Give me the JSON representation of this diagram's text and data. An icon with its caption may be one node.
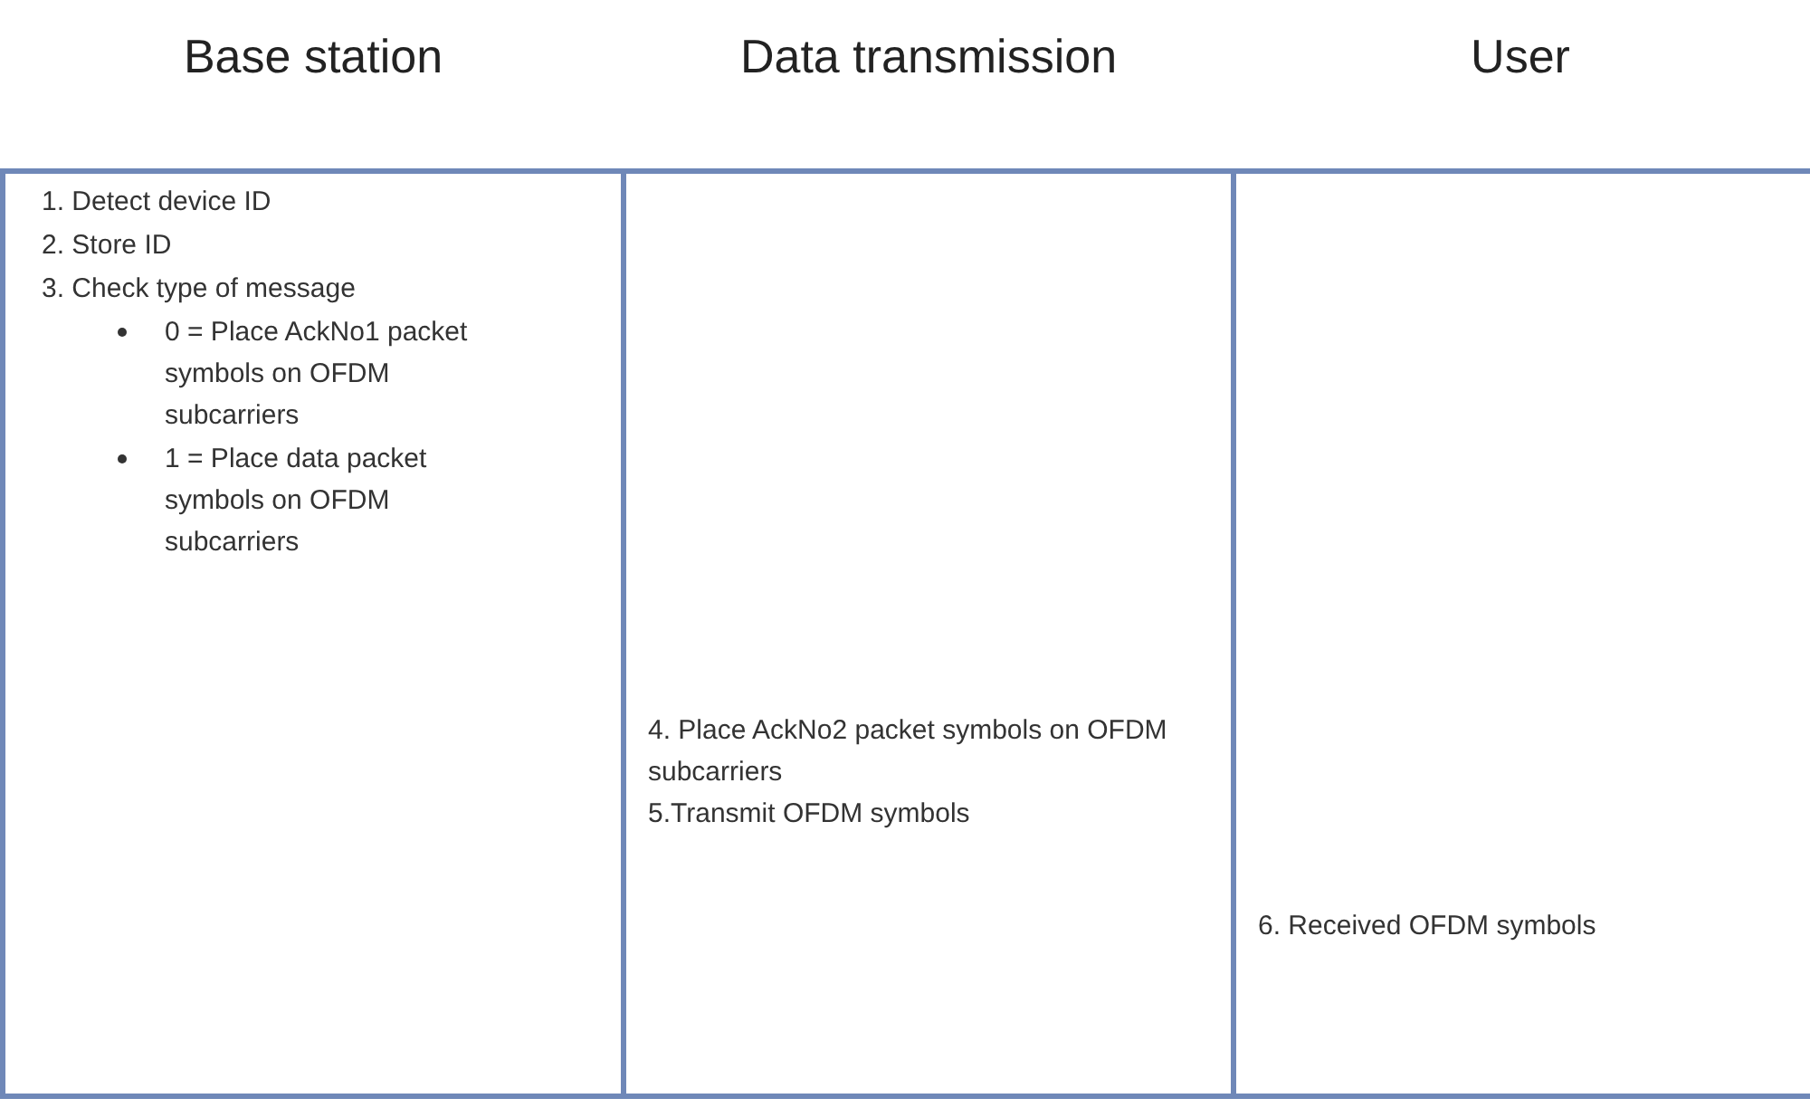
{
  "diagram": {
    "nodes": [
      {
        "text": [
          "Base station",
          "1. Detect device ID",
          "2. Store ID",
          "3. Check type of message",
          "0 = Place AckNo1 packet symbols on OFDM subcarriers",
          "1 = Place data packet symbols on OFDM subcarriers"
        ]
      },
      {
        "text": [
          "Data transmission",
          "4. Place AckNo2 packet symbols on OFDM subcarriers",
          "5.Transmit OFDM symbols"
        ]
      },
      {
        "text": [
          "User",
          "6. Received OFDM symbols"
        ]
      }
    ],
    "edges": []
  }
}
